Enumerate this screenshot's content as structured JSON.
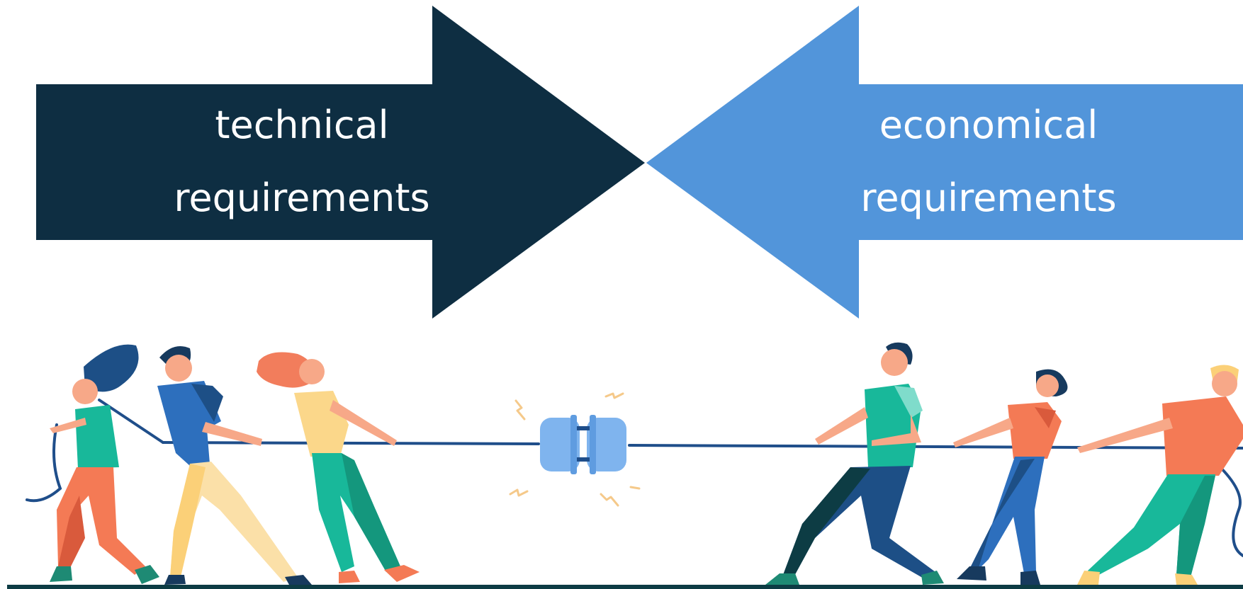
{
  "left_arrow": {
    "line1": "technical",
    "line2": "requirements",
    "color": "#0e2e42"
  },
  "right_arrow": {
    "line1": "economical",
    "line2": "requirements",
    "color": "#5295da"
  },
  "illustration": {
    "subject": "tug-of-war-with-power-plug",
    "colors": {
      "rope": "#1f4e8a",
      "plug": "#7fb4ee",
      "ground": "#0d3c44",
      "skin": "#f7a888",
      "hair_dark": "#173a5e",
      "hair_red": "#f27d5c",
      "teal": "#18b89a",
      "coral": "#f47a55",
      "blue": "#2d6fbd",
      "yellow": "#fbd78a",
      "spark": "#f5c98a"
    }
  }
}
